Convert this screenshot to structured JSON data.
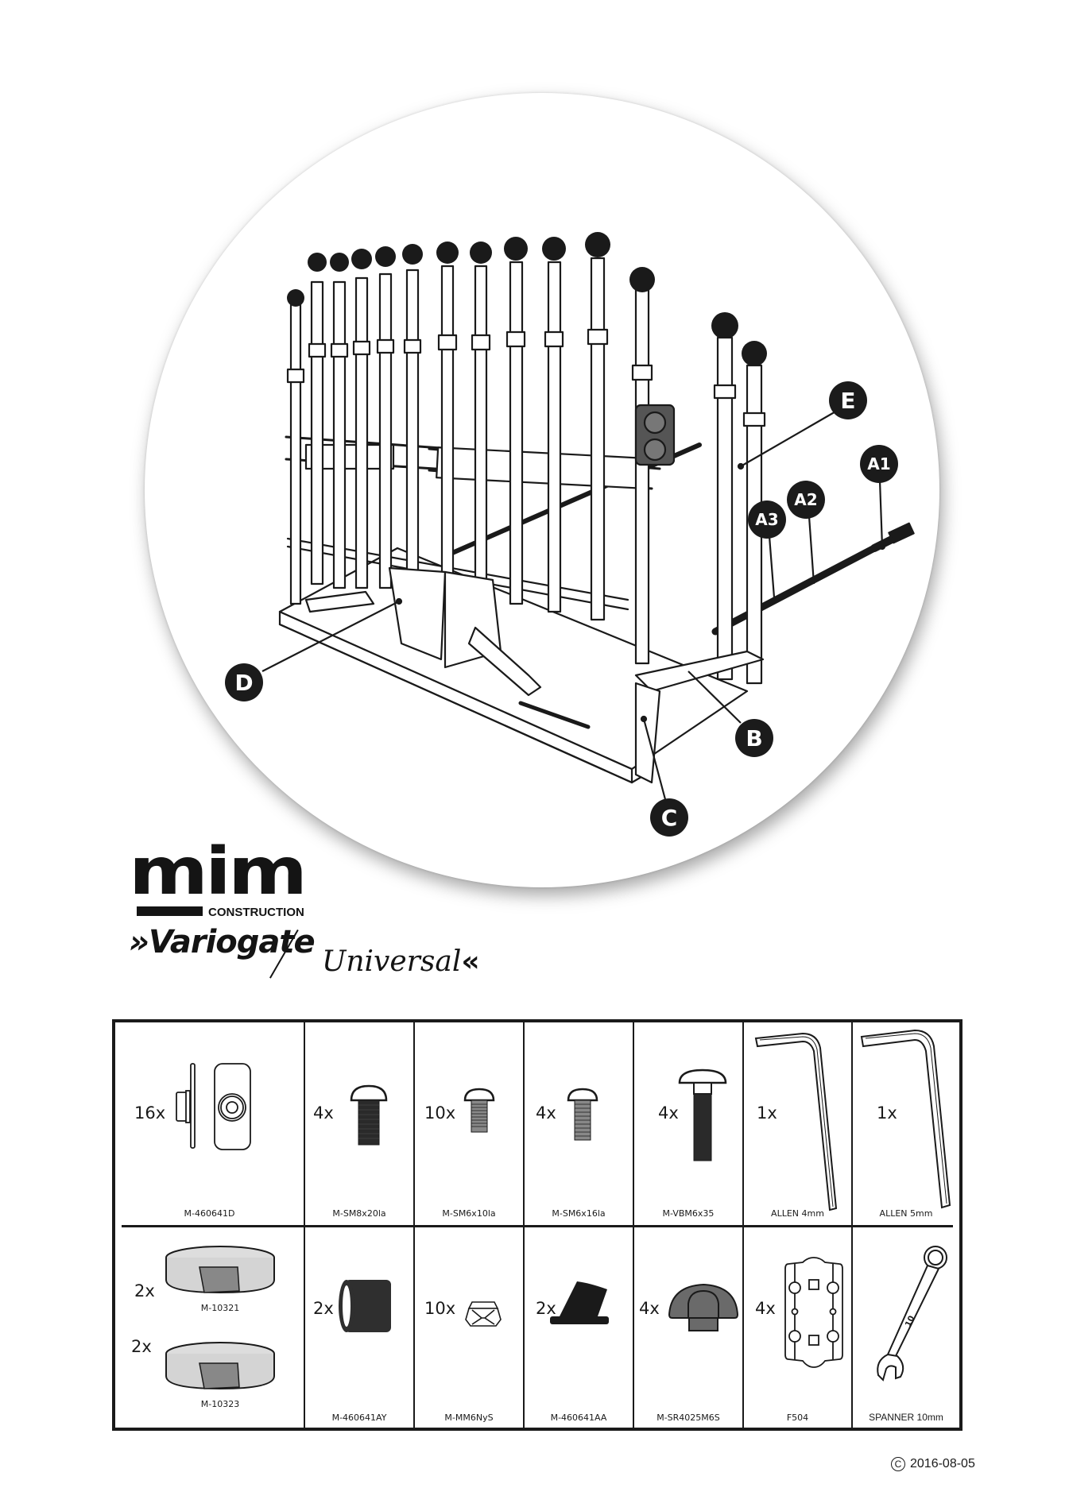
{
  "document": {
    "brand": {
      "company_logo": "mim",
      "company_sub": "CONSTRUCTION",
      "product_open_quote": "»",
      "product_name": "Variogate",
      "product_variant": "Universal",
      "product_close_quote": "«"
    },
    "diagram": {
      "description": "Assembled swing gate kit on a ground frame with telescopic posts",
      "callouts": [
        {
          "id": "E",
          "label": "E"
        },
        {
          "id": "A1",
          "label": "A1"
        },
        {
          "id": "A2",
          "label": "A2"
        },
        {
          "id": "A3",
          "label": "A3"
        },
        {
          "id": "B",
          "label": "B"
        },
        {
          "id": "C",
          "label": "C"
        },
        {
          "id": "D",
          "label": "D"
        }
      ]
    },
    "parts_table": {
      "row1": [
        {
          "qty": "16x",
          "code": "M-460641D",
          "icon": "clamp-plate-icon"
        },
        {
          "qty": "4x",
          "code": "M-SM8x20la",
          "icon": "button-head-bolt-icon"
        },
        {
          "qty": "10x",
          "code": "M-SM6x10la",
          "icon": "short-bolt-icon"
        },
        {
          "qty": "4x",
          "code": "M-SM6x16la",
          "icon": "medium-bolt-icon"
        },
        {
          "qty": "4x",
          "code": "M-VBM6x35",
          "icon": "carriage-bolt-icon"
        },
        {
          "qty": "1x",
          "code": "ALLEN 4mm",
          "icon": "allen-key-icon"
        },
        {
          "qty": "1x",
          "code": "ALLEN 5mm",
          "icon": "allen-key-icon"
        }
      ],
      "row2": [
        {
          "items": [
            {
              "qty": "2x",
              "code": "M-10321",
              "icon": "strap-roll-icon"
            },
            {
              "qty": "2x",
              "code": "M-10323",
              "icon": "strap-roll-icon"
            }
          ]
        },
        {
          "qty": "2x",
          "code": "M-460641AY",
          "icon": "rubber-sleeve-icon"
        },
        {
          "qty": "10x",
          "code": "M-MM6NyS",
          "icon": "nyloc-nut-icon"
        },
        {
          "qty": "2x",
          "code": "M-460641AA",
          "icon": "wedge-foot-icon"
        },
        {
          "qty": "4x",
          "code": "M-SR4025M6S",
          "icon": "rubber-knob-icon"
        },
        {
          "qty": "4x",
          "code": "F504",
          "icon": "mounting-plate-icon"
        },
        {
          "qty": "",
          "code": "SPANNER 10mm",
          "icon": "spanner-icon",
          "spanner_mark": "10"
        }
      ]
    },
    "footer": {
      "copyright_symbol": "C",
      "date": "2016-08-05"
    }
  }
}
